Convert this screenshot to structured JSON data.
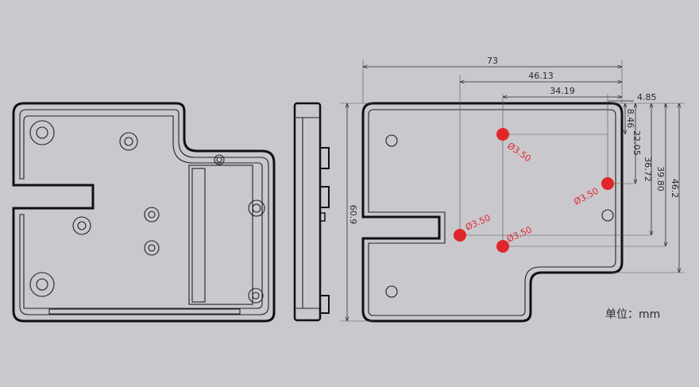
{
  "diagram": {
    "unit_label": "单位：mm",
    "dimensions": {
      "overall_width": "73",
      "hole_span_a": "46.13",
      "hole_span_b": "34.19",
      "edge_offset": "4.85",
      "height_full": "60.9",
      "v_846": "8.46",
      "v_2205": "22.05",
      "v_3672": "36.72",
      "v_3980": "39.80",
      "v_462": "46.2"
    },
    "holes": [
      {
        "id": "top",
        "label": "Ø3.50"
      },
      {
        "id": "right",
        "label": "Ø3.50"
      },
      {
        "id": "left",
        "label": "Ø3.50"
      },
      {
        "id": "bottom",
        "label": "Ø3.50"
      }
    ],
    "colors": {
      "background": "#c9c8cd",
      "hole": "#e0262a",
      "line": "#111111"
    }
  }
}
